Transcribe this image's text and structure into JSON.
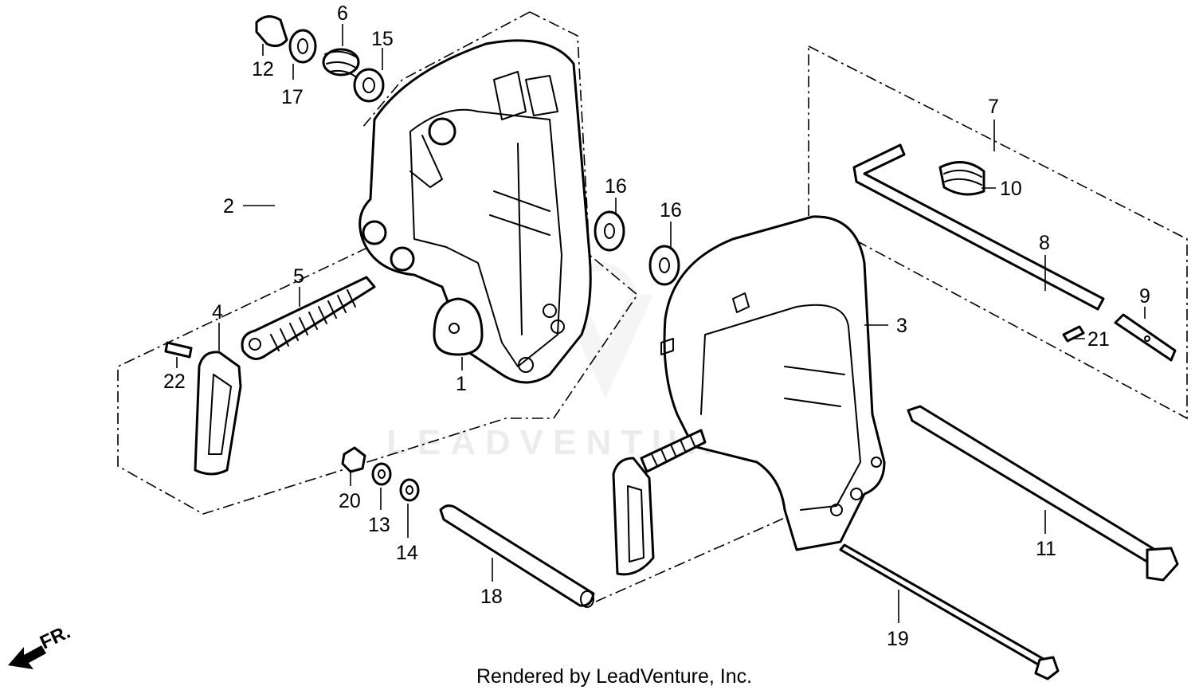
{
  "watermark": "LEADVENTURE",
  "credit": "Rendered by LeadVenture, Inc.",
  "front_indicator": "FR.",
  "callouts": [
    "1",
    "2",
    "3",
    "4",
    "5",
    "6",
    "7",
    "8",
    "9",
    "10",
    "11",
    "12",
    "13",
    "14",
    "15",
    "16",
    "16",
    "17",
    "18",
    "19",
    "20",
    "21",
    "22"
  ]
}
